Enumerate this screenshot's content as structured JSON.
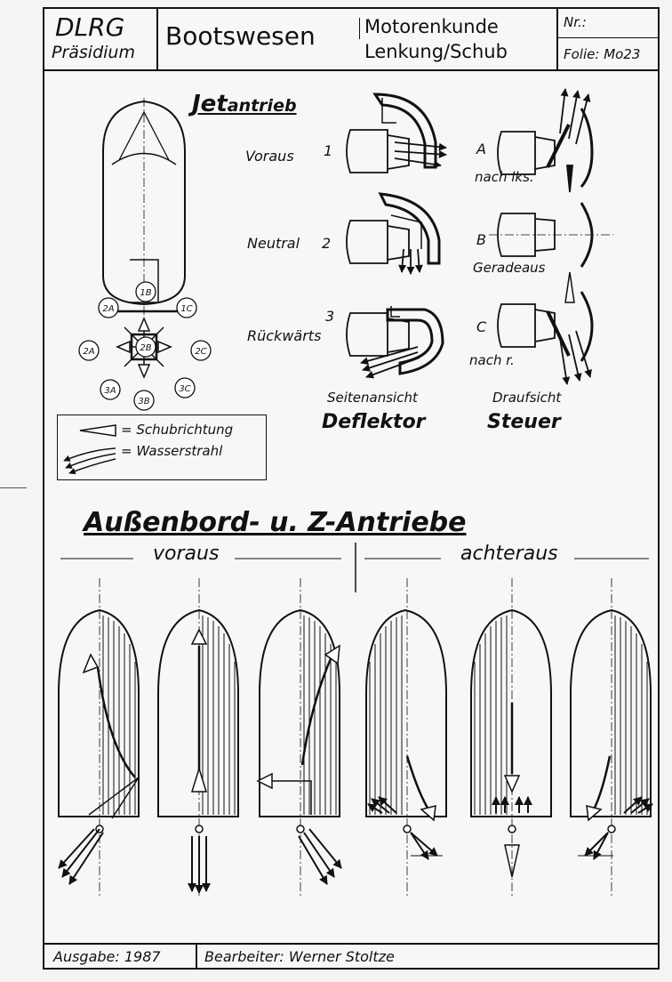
{
  "header": {
    "org_line1": "DLRG",
    "org_line2": "Präsidium",
    "subject": "Bootswesen",
    "topic_line1": "Motorenkunde",
    "topic_line2": "Lenkung/Schub",
    "nr_label": "Nr.:",
    "folie_label": "Folie: Mo23"
  },
  "jet_section": {
    "title_prefix": "Jet",
    "title_suffix": "antrieb",
    "rows": [
      {
        "label": "Voraus",
        "number": "1"
      },
      {
        "label": "Neutral",
        "number": "2"
      },
      {
        "label": "Rückwärts",
        "number": "3"
      }
    ],
    "steer_rows": [
      {
        "letter": "A",
        "caption": "nach lks."
      },
      {
        "letter": "B",
        "caption": "Geradeaus"
      },
      {
        "letter": "C",
        "caption": "nach r."
      }
    ],
    "side_view_caption": "Seitenansicht",
    "side_view_title": "Deflektor",
    "top_view_caption": "Draufsicht",
    "top_view_title": "Steuer",
    "boat_markers": [
      "1B",
      "2A",
      "1C",
      "2A",
      "2B",
      "2C",
      "3A",
      "3B",
      "3C"
    ]
  },
  "legend": {
    "thrust_label": "= Schubrichtung",
    "jet_label": "= Wasserstrahl"
  },
  "outboard_section": {
    "title": "Außenbord- u. Z-Antriebe",
    "forward_label": "voraus",
    "reverse_label": "achteraus"
  },
  "footer": {
    "edition": "Ausgabe: 1987",
    "editor": "Bearbeiter: Werner Stoltze"
  }
}
